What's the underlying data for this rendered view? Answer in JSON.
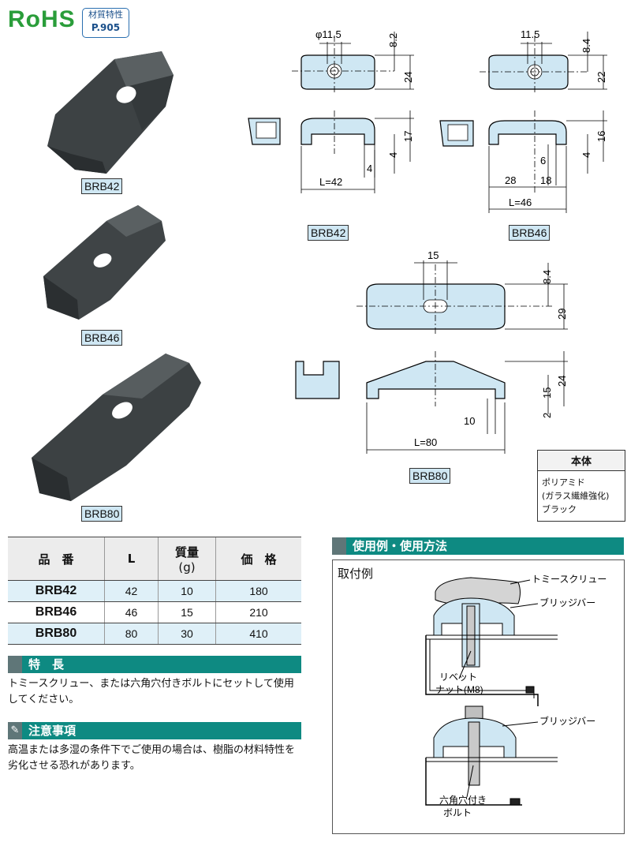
{
  "header": {
    "rohs": "RoHS",
    "material_line1": "材質特性",
    "material_line2": "P.905"
  },
  "products": {
    "brb42_label": "BRB42",
    "brb46_label": "BRB46",
    "brb80_label": "BRB80"
  },
  "drawings": {
    "brb42": {
      "label": "BRB42",
      "dia": "φ11.5",
      "d82": "8.2",
      "d24": "24",
      "d17": "17",
      "d4a": "4",
      "d4b": "4",
      "len": "L=42"
    },
    "brb46": {
      "label": "BRB46",
      "d115": "11.5",
      "d84": "8.4",
      "d22": "22",
      "d16": "16",
      "d6": "6",
      "d4": "4",
      "d28": "28",
      "d18": "18",
      "len": "L=46"
    },
    "brb80": {
      "label": "BRB80",
      "d15": "15",
      "d84": "8.4",
      "d29": "29",
      "d24": "24",
      "d15b": "15",
      "d2": "2",
      "d10": "10",
      "len": "L=80"
    }
  },
  "material_table": {
    "header": "本体",
    "line1": "ポリアミド",
    "line2": "(ガラス繊維強化)",
    "line3": "ブラック"
  },
  "spec_table": {
    "col_part": "品　番",
    "col_l": "L",
    "col_mass": "質量",
    "col_mass_unit": "(g)",
    "col_price": "価　格",
    "rows": [
      {
        "part": "BRB42",
        "l": "42",
        "mass": "10",
        "price": "180"
      },
      {
        "part": "BRB46",
        "l": "46",
        "mass": "15",
        "price": "210"
      },
      {
        "part": "BRB80",
        "l": "80",
        "mass": "30",
        "price": "410"
      }
    ]
  },
  "features": {
    "title": "特　長",
    "text": "トミースクリュー、または六角穴付きボルトにセットして使用してください。"
  },
  "caution": {
    "title": "注意事項",
    "text": "高温または多湿の条件下でご使用の場合は、樹脂の材料特性を劣化させる恐れがあります。"
  },
  "usage": {
    "title": "使用例・使用方法",
    "box_title": "取付例",
    "label_tommy": "トミースクリュー",
    "label_bridge1": "ブリッジバー",
    "label_rivet1": "リベット",
    "label_rivet2": "ナット(M8)",
    "label_bridge2": "ブリッジバー",
    "label_bolt1": "六角穴付き",
    "label_bolt2": "ボルト"
  }
}
